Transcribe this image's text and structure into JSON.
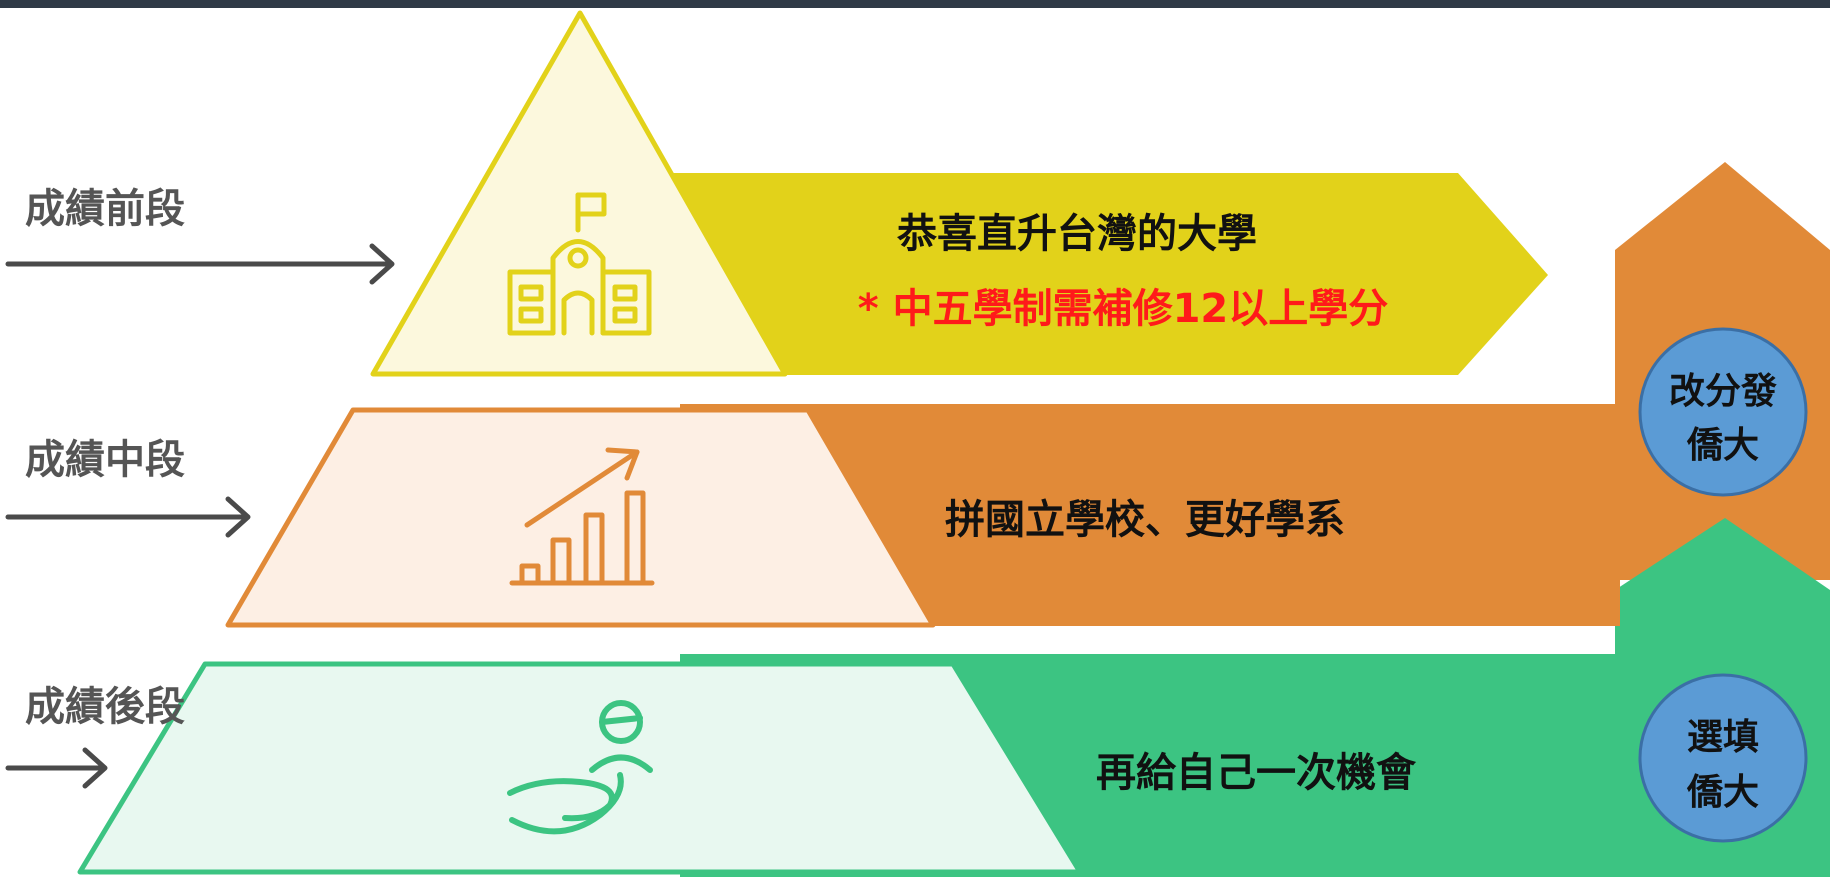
{
  "tiers": [
    {
      "side_label": "成績前段",
      "banner_text": "恭喜直升台灣的大學",
      "note_text": "* 中五學制需補修12以上學分",
      "icon": "school-building-icon"
    },
    {
      "side_label": "成績中段",
      "banner_text": "拼國立學校、更好學系",
      "icon": "growth-chart-icon"
    },
    {
      "side_label": "成績後段",
      "banner_text": "再給自己一次機會",
      "icon": "helping-hand-icon"
    }
  ],
  "badges": {
    "upper": {
      "line1": "改分發",
      "line2": "僑大"
    },
    "lower": {
      "line1": "選填",
      "line2": "僑大"
    }
  },
  "colors": {
    "yellow": "#e2d21a",
    "orange": "#e18a38",
    "green": "#3cc482",
    "badge": "#5b9bd5",
    "arrow": "#4a4a4a",
    "note": "#ff1a1a"
  }
}
